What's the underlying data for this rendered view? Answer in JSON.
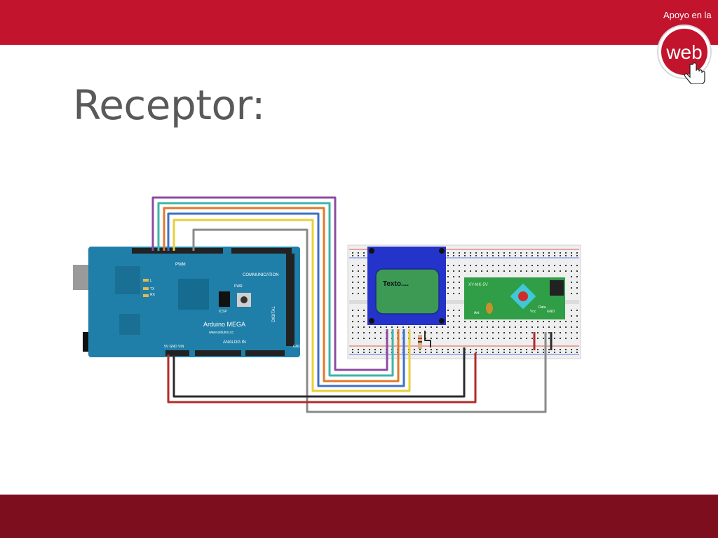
{
  "slide": {
    "title": "Receptor:",
    "brand_line": "Apoyo en la",
    "brand_logo_text": "web"
  },
  "diagram": {
    "arduino": {
      "board_name": "Arduino MEGA",
      "website": "www.arduino.cc",
      "header_pwm": "PWM",
      "header_communication": "COMMUNICATION",
      "header_digital": "DIGITAL",
      "header_analog": "ANALOG IN",
      "label_l": "L",
      "label_tx": "TX",
      "label_rx": "RX",
      "label_pwr": "PWR",
      "label_icsp": "ICSP",
      "label_gnd": "GND",
      "label_power_pins": "5V GND VIN"
    },
    "lcd": {
      "screen_text": "Texto...."
    },
    "rf_receiver": {
      "model": "XY-MK-5V",
      "pin_ant": "Ant",
      "pin_vcc": "Vcc",
      "pin_data": "Data",
      "pin_gnd": "GND"
    },
    "colors": {
      "arduino": "#1f7fa8",
      "lcd_frame": "#2433c9",
      "lcd_screen": "#3c9a55",
      "rf_board": "#2f9e46",
      "wire_purple": "#8e4ba0",
      "wire_teal": "#3fb3a8",
      "wire_orange": "#e2782a",
      "wire_blue": "#3d6fc9",
      "wire_yellow": "#e9cf3a",
      "wire_gray": "#8a8a8a",
      "wire_red": "#b52a2a",
      "wire_black": "#2b2b2b"
    }
  }
}
